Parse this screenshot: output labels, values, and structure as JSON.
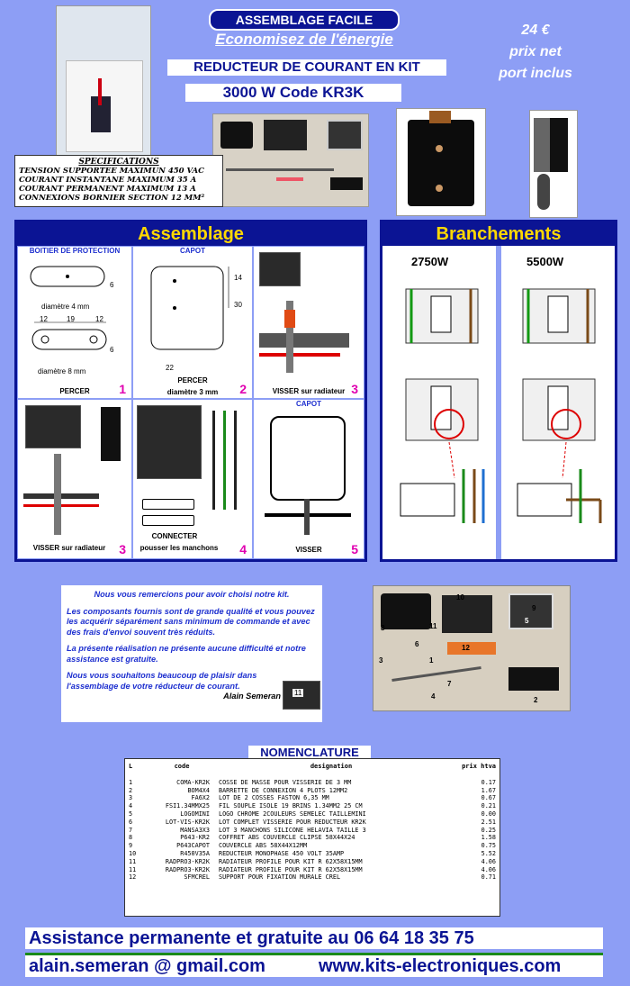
{
  "header": {
    "badge": "ASSEMBLAGE FACILE",
    "subtitle": "Economisez de l'énergie",
    "kit_title": "REDUCTEUR DE COURANT EN KIT",
    "code_line": "3000 W   Code KR3K",
    "price": "24 €",
    "price_note1": "prix net",
    "price_note2": "port inclus"
  },
  "specs": {
    "title": "SPECIFICATIONS",
    "lines": [
      "TENSION SUPPORTEE MAXIMUN 450 VAC",
      "COURANT INSTANTANE MAXIMUM 35 A",
      "COURANT PERMANENT MAXIMUM 13 A",
      "CONNEXIONS BORNIER SECTION 12 MM²"
    ]
  },
  "assemblage": {
    "title": "Assemblage",
    "cells": [
      {
        "title": "BOITIER DE PROTECTION",
        "label1": "diamètre 4 mm",
        "label2": "diamètre 8 mm",
        "caption": "PERCER",
        "num": "1",
        "dims": [
          "12",
          "19",
          "12",
          "6",
          "6"
        ]
      },
      {
        "title": "CAPOT",
        "caption": "PERCER",
        "caption2": "diamètre 3 mm",
        "num": "2",
        "dims": [
          "14",
          "30",
          "22"
        ]
      },
      {
        "caption": "VISSER sur radiateur",
        "num": "3"
      },
      {
        "caption": "VISSER sur radiateur",
        "num": "3"
      },
      {
        "caption": "CONNECTER",
        "caption2": "pousser les manchons",
        "num": "4"
      },
      {
        "title": "CAPOT",
        "caption": "VISSER",
        "num": "5"
      }
    ]
  },
  "branchements": {
    "title": "Branchements",
    "col1": "2750W",
    "col2": "5500W"
  },
  "intro": {
    "p1": "Nous vous remercions pour avoir choisi notre kit.",
    "p2": "Les composants fournis sont de grande qualité et vous pouvez les acquérir séparément sans minimum de commande et avec des frais d'envoi souvent très réduits.",
    "p3": "La présente réalisation ne présente aucune difficulté et notre assistance est gratuite.",
    "p4": "Nous vous souhaitons beaucoup de plaisir dans l'assemblage de votre  réducteur de courant.",
    "signature": "Alain Semeran",
    "thumb_label": "11"
  },
  "parts_photo_labels": [
    "10",
    "9",
    "8",
    "11",
    "5",
    "6",
    "12",
    "3",
    "1",
    "7",
    "4",
    "2"
  ],
  "nomenclature": {
    "title": "NOMENCLATURE",
    "headers": [
      "L",
      "code",
      "designation",
      "prix htva"
    ],
    "rows": [
      [
        "1",
        "COMA-KR2K",
        "COSSE DE MASSE POUR VISSERIE DE 3 MM",
        "0.17"
      ],
      [
        "2",
        "BOM4X4",
        "BARRETTE DE CONNEXION 4 PLOTS 12MM2",
        "1.67"
      ],
      [
        "3",
        "FA6X2",
        "LOT DE 2 COSSES FASTON 6,35 MM",
        "0.67"
      ],
      [
        "4",
        "FSI1.34MMX25",
        "FIL SOUPLE ISOLE 19 BRINS 1.34MM2 25 CM",
        "0.21"
      ],
      [
        "5",
        "LOGOMINI",
        "LOGO CHROME 2COULEURS SEMELEC TAILLEMINI",
        "0.00"
      ],
      [
        "6",
        "LOT-VIS-KR2K",
        "LOT COMPLET VISSERIE POUR REDUCTEUR KR2K",
        "2.51"
      ],
      [
        "7",
        "MANSA3X3",
        "LOT 3 MANCHONS SILICONE HELAVIA TAILLE 3",
        "0.25"
      ],
      [
        "8",
        "P643-KR2",
        "COFFRET ABS COUVERCLE CLIPSE 58X44X24",
        "1.58"
      ],
      [
        "9",
        "P643CAPOT",
        "COUVERCLE ABS 58X44X12MM",
        "0.75"
      ],
      [
        "10",
        "R450V35A",
        "REDUCTEUR MONOPHASE 450 VOLT 35AMP",
        "5.52"
      ],
      [
        "11",
        "RADPRO3-KR2K",
        "RADIATEUR PROFILE POUR KIT R 62X58X15MM",
        "4.06"
      ],
      [
        "11",
        "RADPRO3-KR2K",
        "RADIATEUR PROFILE POUR KIT R 62X58X15MM",
        "4.06"
      ],
      [
        "12",
        "SFMCREL",
        "SUPPORT POUR FIXATION MURALE CREL",
        "0.71"
      ]
    ]
  },
  "footer": {
    "assistance": "Assistance permanente et gratuite  au 06 64 18 35 75",
    "email": "alain.semeran @ gmail.com",
    "website": "www.kits-electroniques.com"
  }
}
